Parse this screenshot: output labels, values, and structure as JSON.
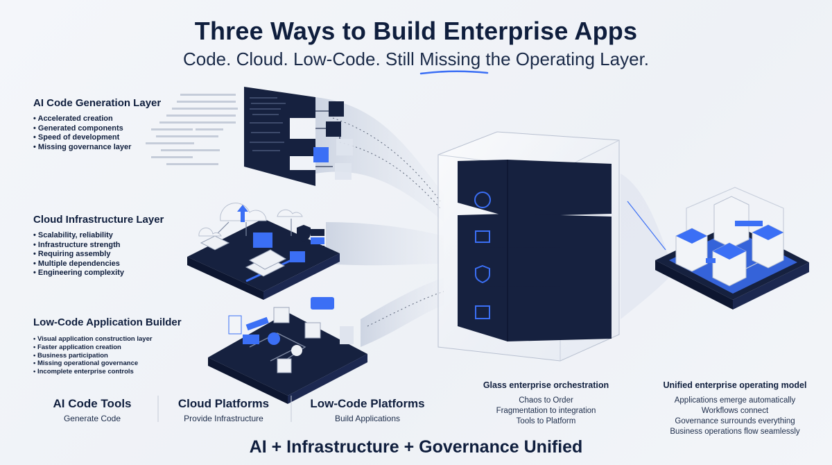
{
  "title": "Three Ways to Build Enterprise Apps",
  "subtitle": {
    "before": "Code. Cloud. Low-Code. Still ",
    "highlight": "Missing",
    "after": " the Operating Layer."
  },
  "sections": [
    {
      "title": "AI Code Generation Layer",
      "bullets": [
        "Accelerated creation",
        "Generated components",
        "Speed of development",
        "Missing governance layer"
      ]
    },
    {
      "title": "Cloud Infrastructure Layer",
      "bullets": [
        "Scalability, reliability",
        "Infrastructure strength",
        "Requiring assembly",
        "Multiple dependencies",
        "Engineering complexity"
      ]
    },
    {
      "title": "Low-Code Application Builder",
      "bullets": [
        "Visual application construction layer",
        "Faster application creation",
        "Business participation",
        "Missing operational governance",
        "Incomplete enterprise controls"
      ]
    }
  ],
  "platforms": [
    {
      "title": "AI Code Tools",
      "subtitle": "Generate Code"
    },
    {
      "title": "Cloud Platforms",
      "subtitle": "Provide Infrastructure"
    },
    {
      "title": "Low-Code Platforms",
      "subtitle": "Build Applications"
    }
  ],
  "orchestration": {
    "title": "Glass enterprise orchestration",
    "lines": [
      "Chaos to Order",
      "Fragmentation to integration",
      "Tools to Platform"
    ]
  },
  "operating_model": {
    "title": "Unified enterprise operating model",
    "lines": [
      "Applications emerge automatically",
      "Workflows connect",
      "Governance surrounds everything",
      "Business operations flow seamlessly"
    ]
  },
  "footer": "AI + Infrastructure + Governance Unified",
  "colors": {
    "navy": "#0f1e3d",
    "dark": "#16213f",
    "accent": "#3b6ff5",
    "light": "#e9edf5"
  },
  "icons": [
    "code-panel-icon",
    "cloud-icon",
    "upload-arrow-icon",
    "shield-icon",
    "server-icon",
    "brain-icon",
    "document-icon",
    "checklist-icon",
    "workflow-icon"
  ]
}
